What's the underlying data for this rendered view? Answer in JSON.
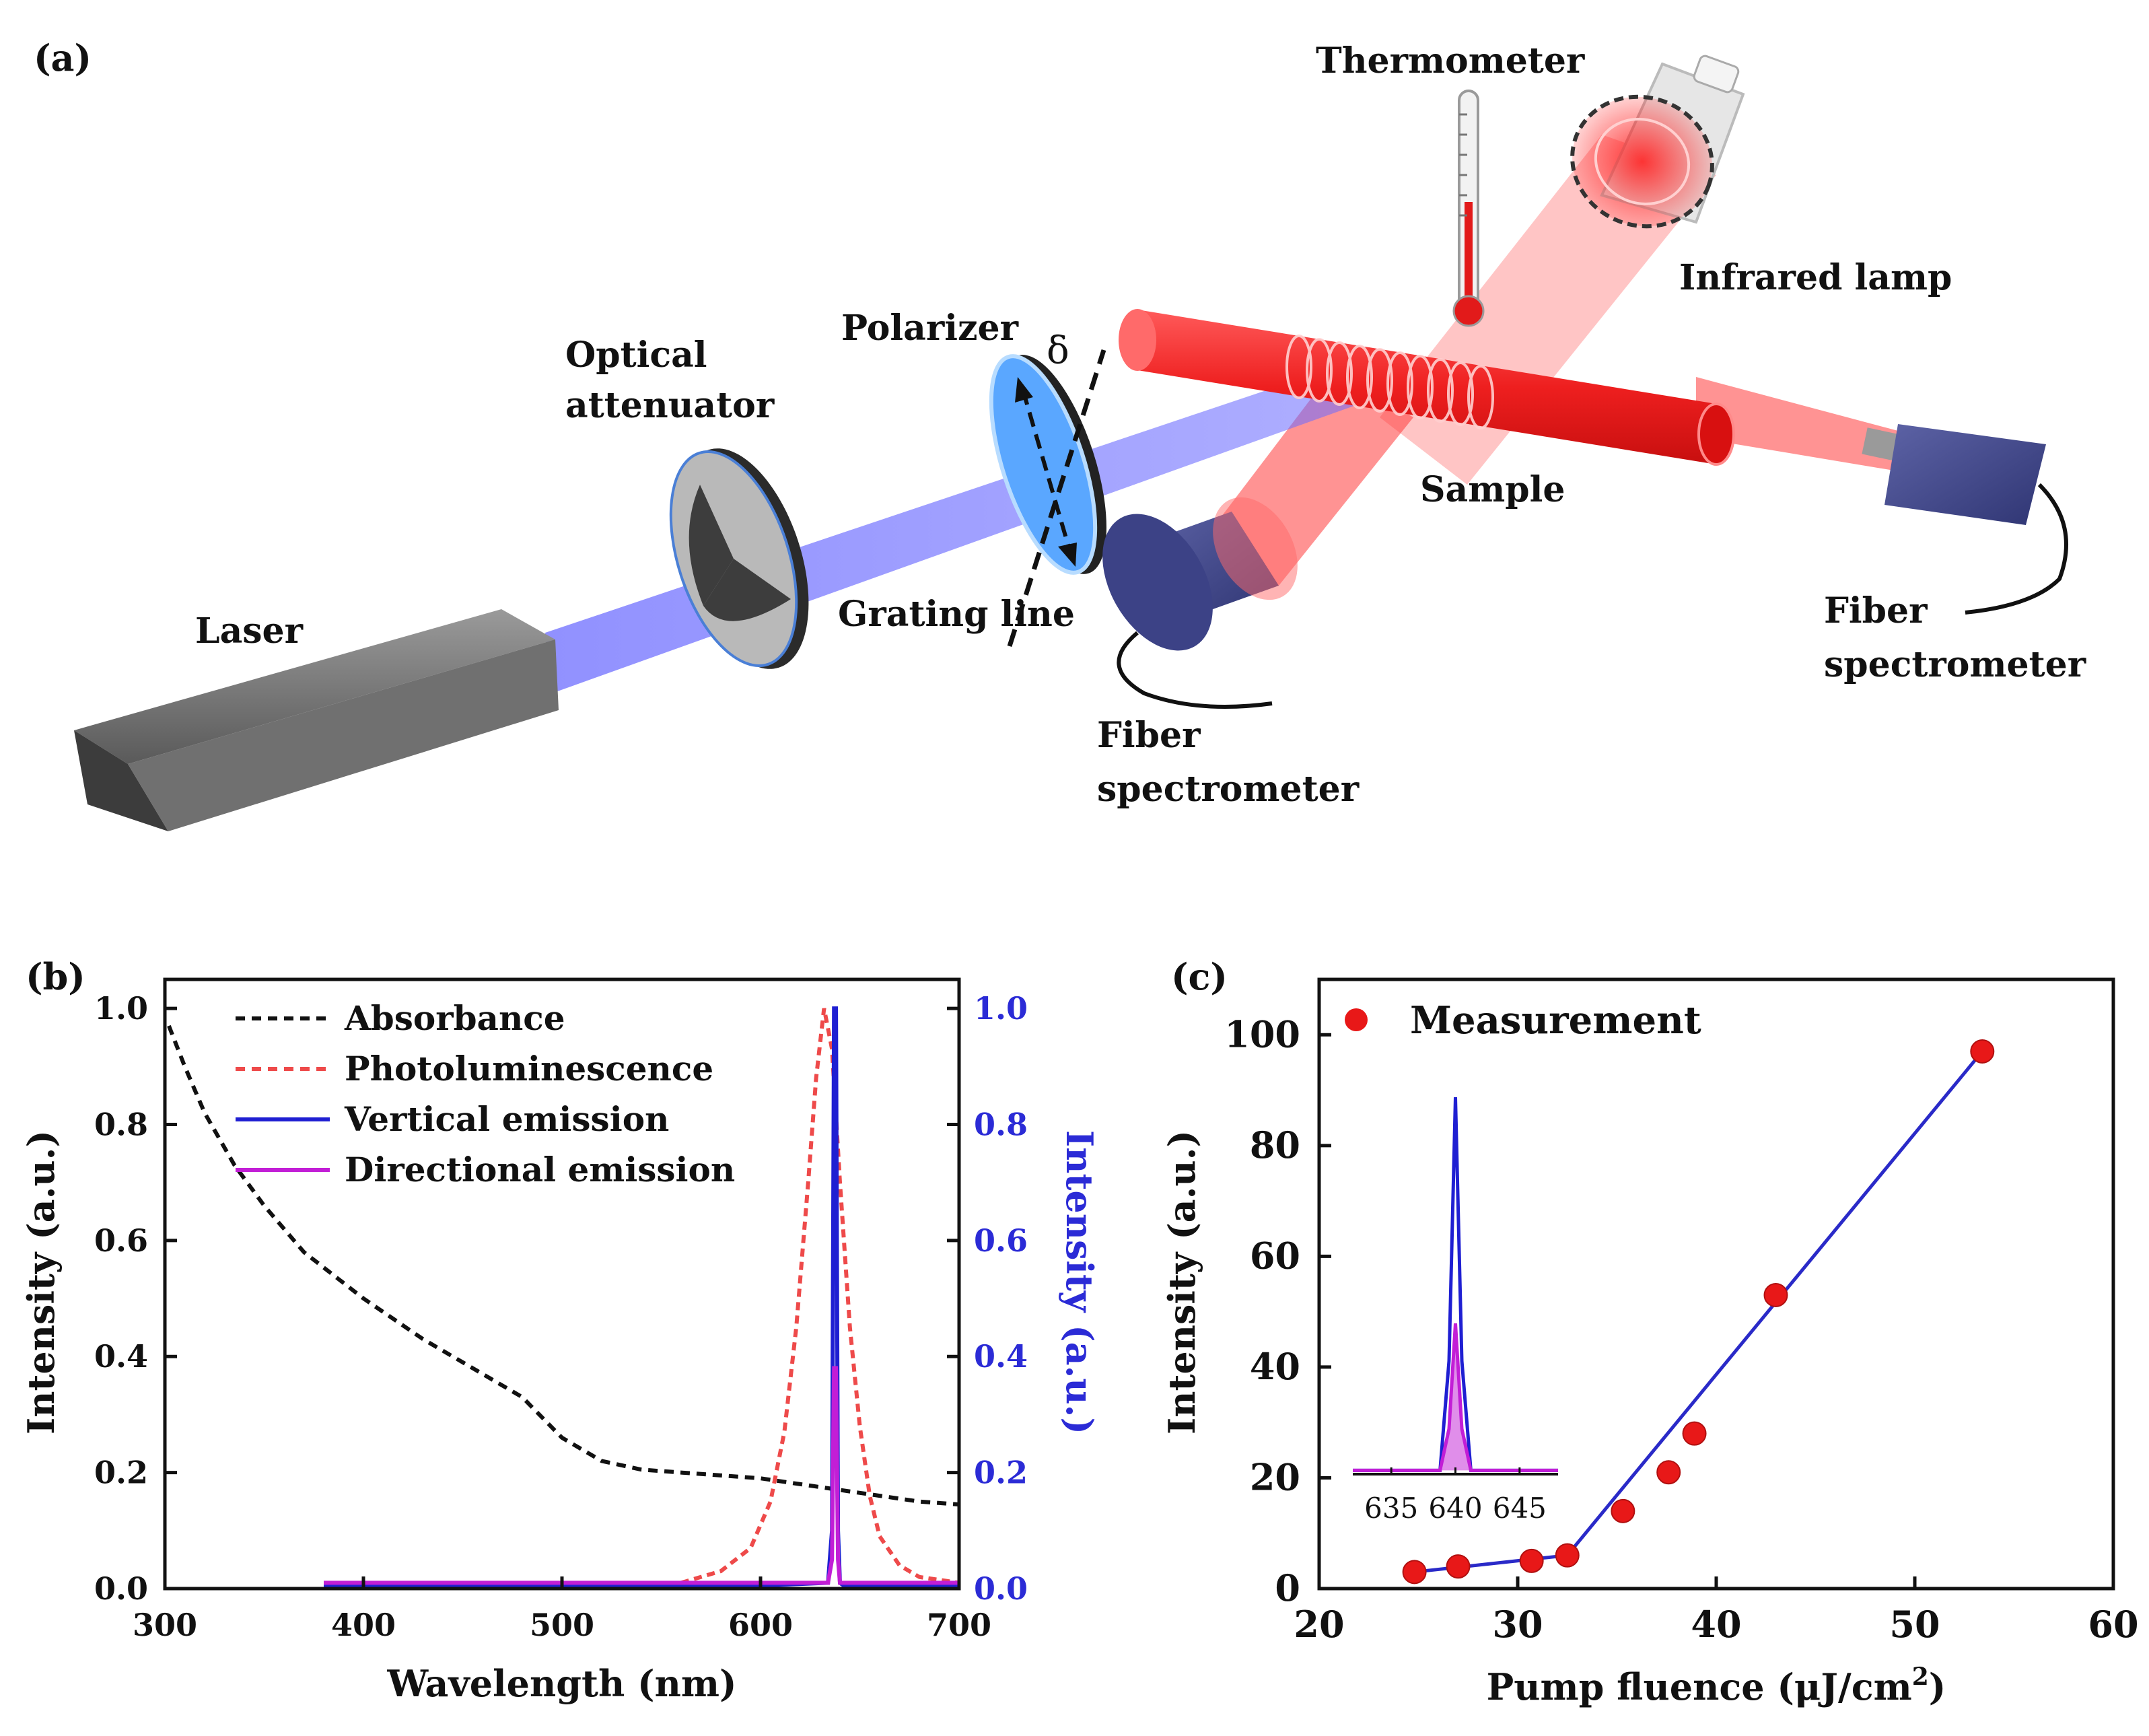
{
  "panel_a": {
    "label": "(a)",
    "components": {
      "thermometer": "Thermometer",
      "infrared_lamp": "Infrared  lamp",
      "polarizer": "Polarizer",
      "delta": "δ",
      "optical_attenuator_l1": "Optical",
      "optical_attenuator_l2": "attenuator",
      "sample": "Sample",
      "laser": "Laser",
      "grating_line": "Grating  line",
      "fiber_spec_bottom_l1": "Fiber",
      "fiber_spec_bottom_l2": "spectrometer",
      "fiber_spec_right_l1": "Fiber",
      "fiber_spec_right_l2": "spectrometer"
    }
  },
  "panel_b": {
    "label": "(b)",
    "xlabel": "Wavelength (nm)",
    "ylabel_left": "Intensity (a.u.)",
    "ylabel_right": "Intensity (a.u.)",
    "legend": [
      "Absorbance",
      "Photoluminescence",
      "Vertical emission",
      "Directional emission"
    ]
  },
  "panel_c": {
    "label": "(c)",
    "xlabel_main": "Pump fluence (μJ/cm",
    "xlabel_sup": "2",
    "xlabel_close": ")",
    "ylabel": "Intensity (a.u.)",
    "legend": "Measurement"
  },
  "colors": {
    "absorbance": "#111111",
    "photoluminescence": "#ee4a4a",
    "vertical_emission": "#1f1fd2",
    "directional_emission": "#c21ed6",
    "measurement": "#e81818",
    "fit_line": "#2a2ac8"
  },
  "chart_data": [
    {
      "type": "line",
      "panel": "(b)",
      "xlabel": "Wavelength (nm)",
      "ylabel": "Intensity (a.u.)",
      "y2label": "Intensity (a.u.)",
      "xlim": [
        300,
        700
      ],
      "ylim": [
        0,
        1.05
      ],
      "y2lim": [
        0,
        1.05
      ],
      "xticks": [
        300,
        400,
        500,
        600,
        700
      ],
      "yticks": [
        0.0,
        0.2,
        0.4,
        0.6,
        0.8,
        1.0
      ],
      "legend_position": "top-left",
      "series": [
        {
          "name": "Absorbance",
          "style": "dashed",
          "axis": "left",
          "x": [
            302,
            310,
            320,
            335,
            350,
            370,
            400,
            430,
            460,
            480,
            500,
            520,
            540,
            560,
            580,
            600,
            620,
            640,
            660,
            680,
            700
          ],
          "y": [
            0.97,
            0.9,
            0.82,
            0.73,
            0.66,
            0.58,
            0.5,
            0.43,
            0.37,
            0.33,
            0.26,
            0.22,
            0.205,
            0.2,
            0.195,
            0.19,
            0.18,
            0.17,
            0.16,
            0.15,
            0.145
          ]
        },
        {
          "name": "Photoluminescence",
          "style": "dashed",
          "axis": "left",
          "x": [
            560,
            580,
            595,
            605,
            612,
            618,
            624,
            628,
            632,
            636,
            640,
            645,
            650,
            655,
            660,
            670,
            680,
            700
          ],
          "y": [
            0.01,
            0.03,
            0.07,
            0.15,
            0.27,
            0.45,
            0.7,
            0.88,
            1.0,
            0.93,
            0.7,
            0.45,
            0.28,
            0.16,
            0.09,
            0.04,
            0.02,
            0.01
          ]
        },
        {
          "name": "Vertical emission",
          "style": "solid",
          "axis": "right",
          "x": [
            380,
            600,
            634,
            636,
            637,
            638,
            639,
            640,
            642,
            660,
            700
          ],
          "y": [
            0.005,
            0.005,
            0.01,
            0.1,
            1.0,
            1.0,
            0.1,
            0.01,
            0.005,
            0.005,
            0.005
          ]
        },
        {
          "name": "Directional emission",
          "style": "solid",
          "axis": "right",
          "x": [
            380,
            600,
            634,
            636,
            637,
            638,
            639,
            640,
            642,
            660,
            700
          ],
          "y": [
            0.01,
            0.01,
            0.01,
            0.05,
            0.38,
            0.38,
            0.05,
            0.01,
            0.01,
            0.01,
            0.01
          ]
        }
      ]
    },
    {
      "type": "scatter",
      "panel": "(c)",
      "xlabel": "Pump fluence (μJ/cm2)",
      "ylabel": "Intensity (a.u.)",
      "xlim": [
        20,
        60
      ],
      "ylim": [
        0,
        110
      ],
      "xticks": [
        20,
        30,
        40,
        50,
        60
      ],
      "yticks": [
        0,
        20,
        40,
        60,
        80,
        100
      ],
      "legend_position": "top-left",
      "series": [
        {
          "name": "Measurement",
          "x": [
            24.8,
            27.0,
            30.7,
            32.5,
            35.3,
            37.6,
            38.9,
            43.0,
            53.4
          ],
          "y": [
            3,
            4,
            5,
            6,
            14,
            21,
            28,
            53,
            97
          ]
        }
      ],
      "fit_line": {
        "x": [
          24.8,
          32.5,
          53.4
        ],
        "y": [
          3,
          6,
          97
        ]
      },
      "inset": {
        "xticks": [
          635,
          640,
          645
        ],
        "xlim": [
          632,
          648
        ],
        "series": [
          {
            "name": "Vertical emission",
            "peak_x": 640,
            "peak_y": 1.0
          },
          {
            "name": "Directional emission",
            "peak_x": 640,
            "peak_y": 0.4
          }
        ]
      }
    }
  ]
}
